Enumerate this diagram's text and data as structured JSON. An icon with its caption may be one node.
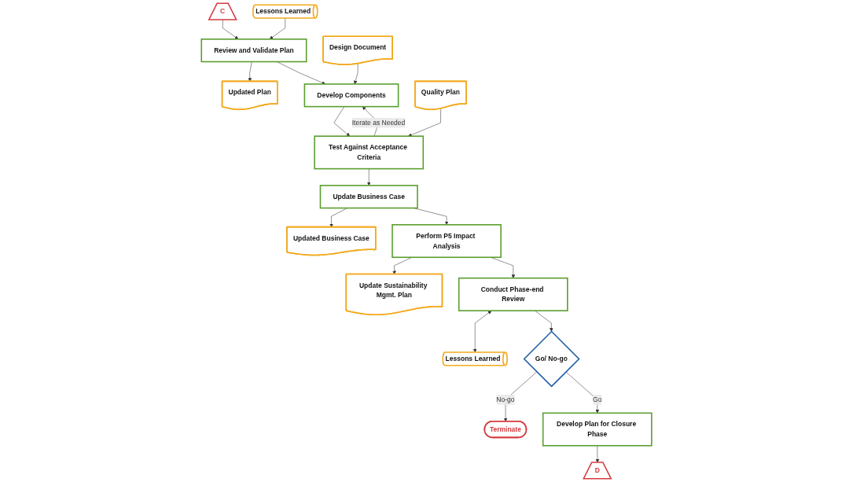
{
  "diagram": {
    "nodes": [
      {
        "text": [
          "C"
        ]
      },
      {
        "text": [
          "Lessons Learned"
        ]
      },
      {
        "text": [
          "Review and Validate Plan"
        ]
      },
      {
        "text": [
          "Updated Plan"
        ]
      },
      {
        "text": [
          "Develop Components"
        ]
      },
      {
        "text": [
          "Design Document"
        ]
      },
      {
        "text": [
          "Test Against Acceptance Criteria"
        ]
      },
      {
        "text": [
          "Quality Plan"
        ]
      },
      {
        "text": [
          "Update Business Case"
        ]
      },
      {
        "text": [
          "Updated Business Case"
        ]
      },
      {
        "text": [
          "Perform P5 Impact Analysis"
        ]
      },
      {
        "text": [
          "Update Sustainability Mgmt. Plan"
        ]
      },
      {
        "text": [
          "Conduct Phase-end Review"
        ]
      },
      {
        "text": [
          "Lessons Learned"
        ]
      },
      {
        "text": [
          "Go/ No-go"
        ]
      },
      {
        "text": [
          "Terminate"
        ]
      },
      {
        "text": [
          "Develop Plan for Closure Phase"
        ]
      },
      {
        "text": [
          "D"
        ]
      }
    ],
    "edges": [
      {
        "from": 0,
        "to": 2,
        "arrow": "to"
      },
      {
        "from": 1,
        "to": 2,
        "arrow": "to"
      },
      {
        "from": 2,
        "to": 3,
        "arrow": "to"
      },
      {
        "from": 2,
        "to": 4,
        "arrow": "to"
      },
      {
        "from": 5,
        "to": 4,
        "arrow": "to"
      },
      {
        "from": 4,
        "to": 6,
        "arrow": "to"
      },
      {
        "from": 7,
        "to": 6,
        "arrow": "to"
      },
      {
        "from": 6,
        "to": 4,
        "arrow": "to",
        "label": "Iterate as Needed"
      },
      {
        "from": 6,
        "to": 8,
        "arrow": "to"
      },
      {
        "from": 8,
        "to": 9,
        "arrow": "to"
      },
      {
        "from": 8,
        "to": 10,
        "arrow": "to"
      },
      {
        "from": 10,
        "to": 11,
        "arrow": "to"
      },
      {
        "from": 10,
        "to": 12,
        "arrow": "to"
      },
      {
        "from": 12,
        "to": 13,
        "arrow": "both"
      },
      {
        "from": 12,
        "to": 14,
        "arrow": "to"
      },
      {
        "from": 14,
        "to": 15,
        "arrow": "to",
        "label": "No-go"
      },
      {
        "from": 14,
        "to": 16,
        "arrow": "to",
        "label": "Go"
      },
      {
        "from": 16,
        "to": 17,
        "arrow": "to"
      }
    ]
  }
}
